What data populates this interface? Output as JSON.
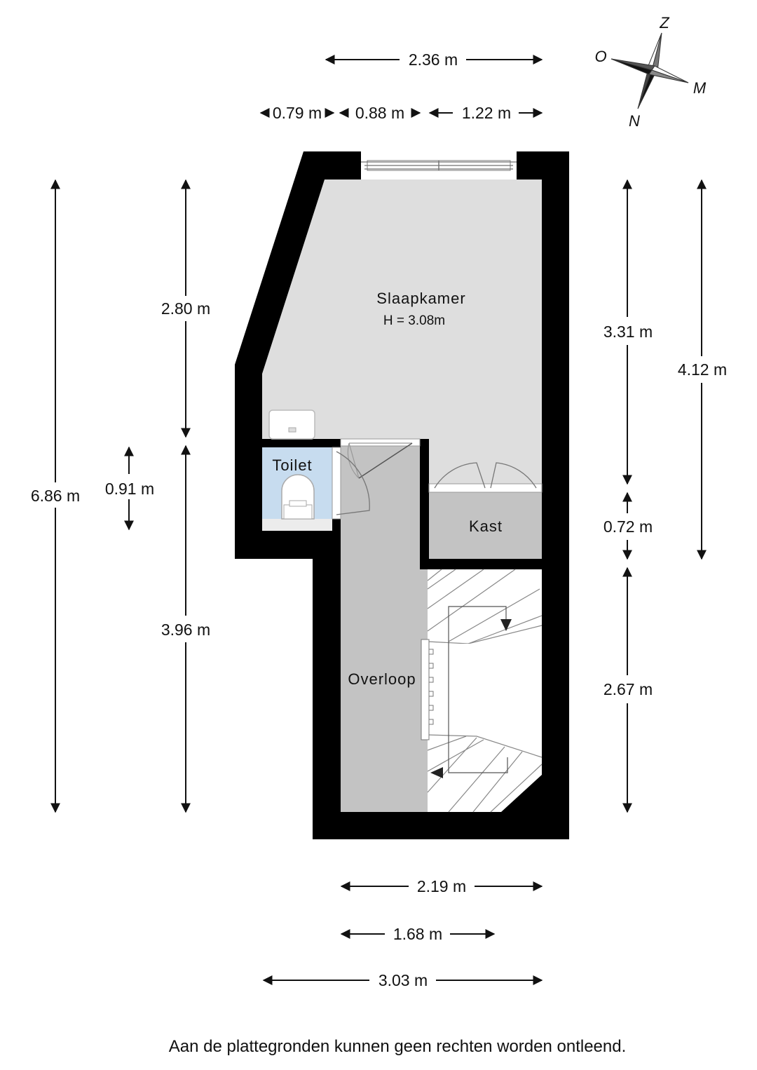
{
  "rooms": {
    "slaapkamer": {
      "label": "Slaapkamer",
      "height": "H = 3.08m"
    },
    "toilet": "Toilet",
    "kast": "Kast",
    "overloop": "Overloop"
  },
  "compass": {
    "north": "Z",
    "south": "N",
    "west": "O",
    "east": "M"
  },
  "dimensions": {
    "top_total": "2.36 m",
    "top_a": "0.79 m",
    "top_b": "0.88 m",
    "top_c": "1.22 m",
    "left_total": "6.86 m",
    "left_upper": "2.80 m",
    "left_toilet": "0.91 m",
    "left_lower": "3.96 m",
    "right_upper": "3.31 m",
    "right_kast": "0.72 m",
    "right_lower": "2.67 m",
    "right_total": "4.12 m",
    "bottom_a": "2.19 m",
    "bottom_b": "1.68 m",
    "bottom_c": "3.03 m"
  },
  "colors": {
    "wall": "#000000",
    "slaapkamer_floor": "#dedede",
    "overloop_floor": "#c3c3c3",
    "kast_floor": "#c3c3c3",
    "toilet_floor": "#c7dcef",
    "stairs": "#ffffff"
  },
  "footer": "Aan de plattegronden kunnen geen rechten worden ontleend."
}
